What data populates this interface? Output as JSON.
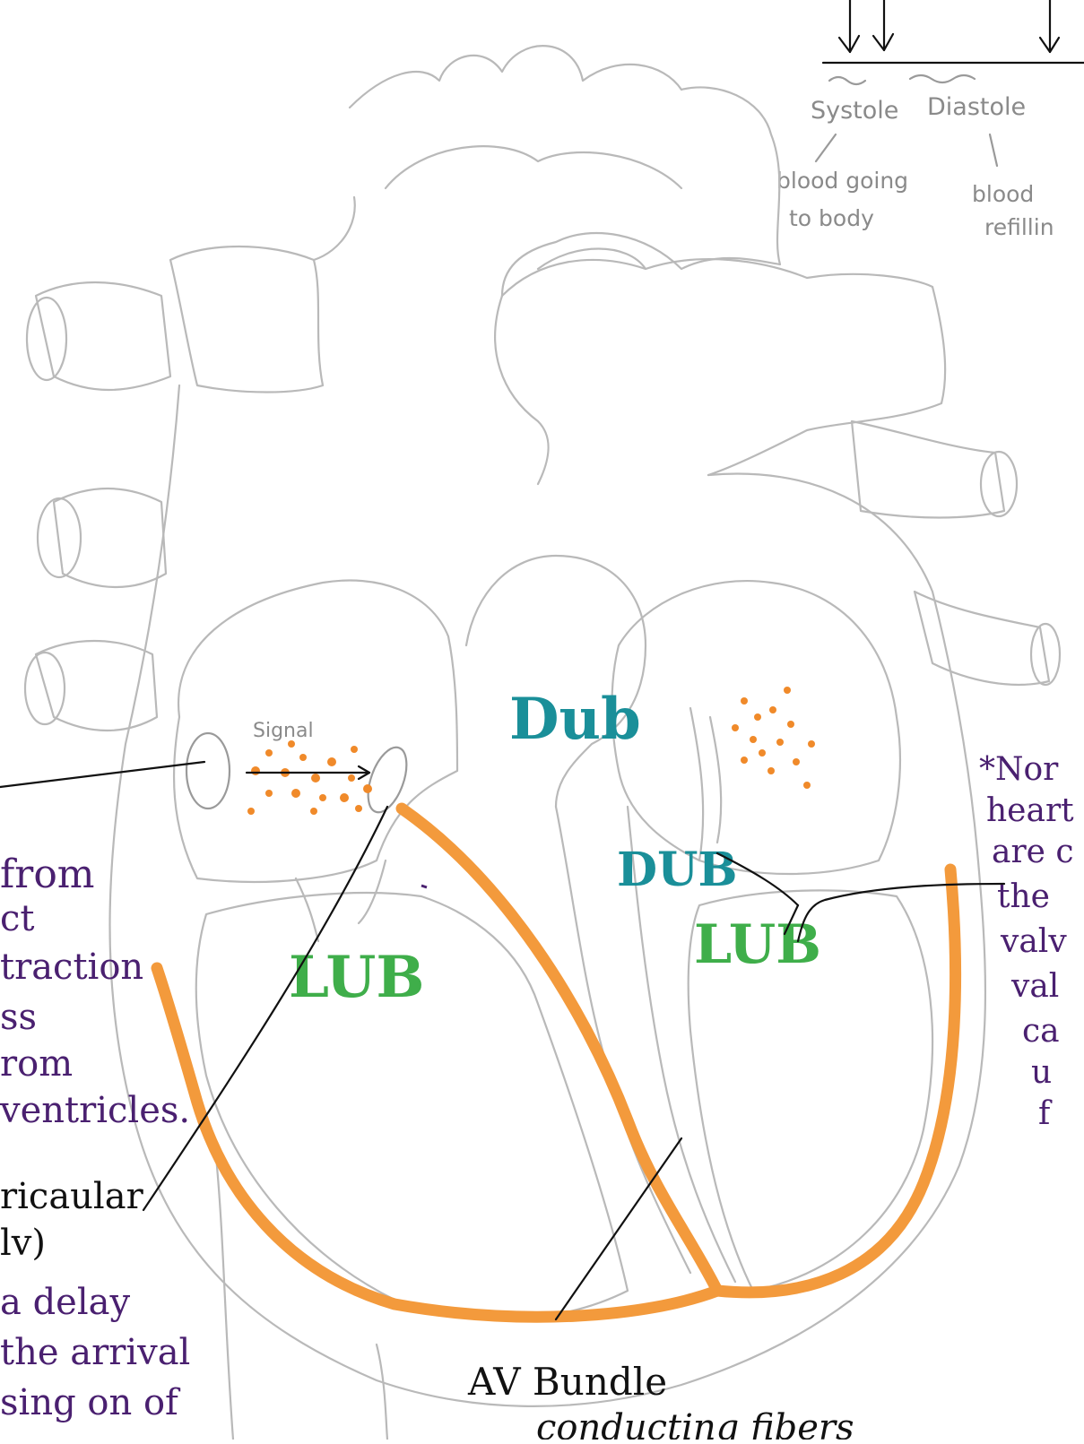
{
  "colors": {
    "pencil": "#b9b9b9",
    "ink": "#111111",
    "purple_note": "#4a2070",
    "fiber_orange": "#f39a3c",
    "signal_orange": "#f08a2a",
    "lub_green": "#3fae4a",
    "dub_teal": "#1a8f99"
  },
  "timeline": {
    "systole": "Systole",
    "diastole": "Diastole",
    "systole_note_1": "blood going",
    "systole_note_2": "to body",
    "diastole_note_1": "blood",
    "diastole_note_2": "refillin"
  },
  "heart": {
    "signal_label": "Signal",
    "dub_upper": "Dub",
    "dub_lower": "DUB",
    "lub_left": "LUB",
    "lub_right": "LUB",
    "av_bundle": "AV Bundle",
    "conducting_fibers": "conducting fibers"
  },
  "left_notes": {
    "line_1": "from",
    "line_2": "ct",
    "line_3": "traction",
    "line_4": "ss",
    "line_5": "rom",
    "line_6": "ventricles.",
    "av_node_1": "ricaular",
    "av_node_2": "lv)",
    "delay_1": "a delay",
    "delay_2": "the arrival",
    "delay_3": "sing on of"
  },
  "right_notes": {
    "line_1": "*Nor",
    "line_2": "heart",
    "line_3": "are c",
    "line_4": "the",
    "line_5": "valv",
    "line_6": "val",
    "line_7": "ca",
    "line_8": "u",
    "line_9": "f"
  }
}
